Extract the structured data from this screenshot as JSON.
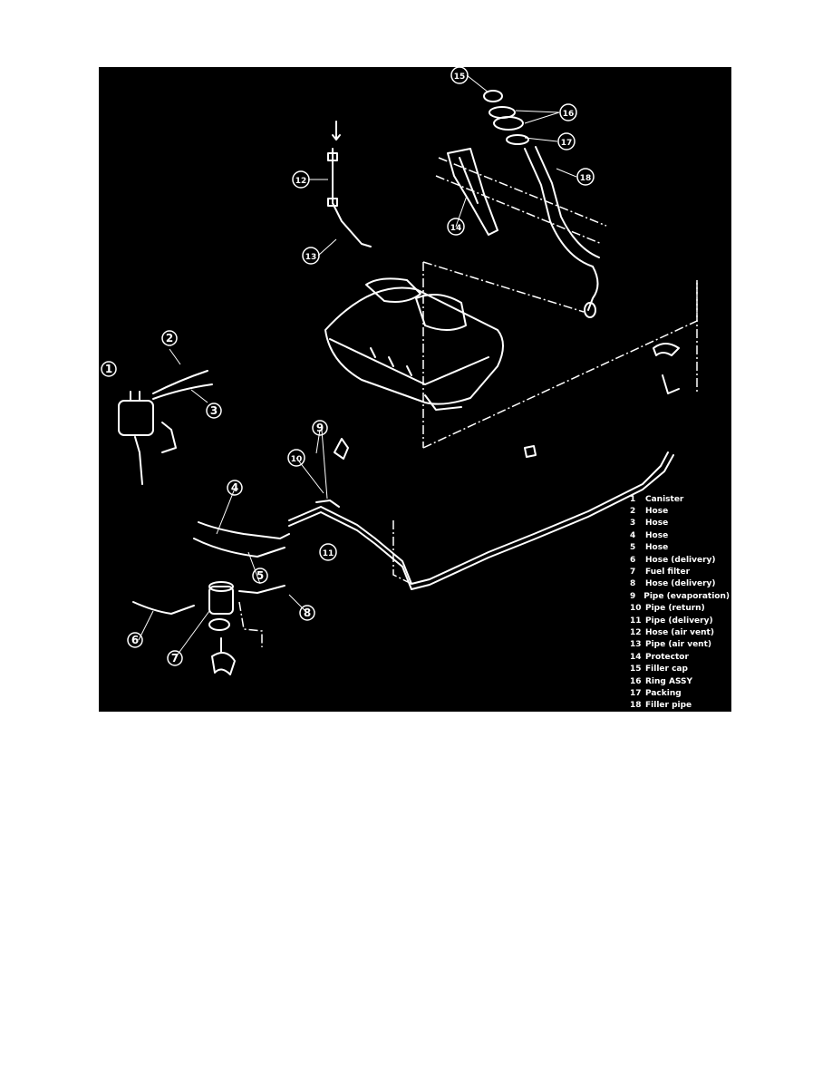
{
  "figure": {
    "legend": [
      {
        "num": "1",
        "label": "Canister"
      },
      {
        "num": "2",
        "label": "Hose"
      },
      {
        "num": "3",
        "label": "Hose"
      },
      {
        "num": "4",
        "label": "Hose"
      },
      {
        "num": "5",
        "label": "Hose"
      },
      {
        "num": "6",
        "label": "Hose (delivery)"
      },
      {
        "num": "7",
        "label": "Fuel filter"
      },
      {
        "num": "8",
        "label": "Hose (delivery)"
      },
      {
        "num": "9",
        "label": "Pipe (evaporation)"
      },
      {
        "num": "10",
        "label": "Pipe (return)"
      },
      {
        "num": "11",
        "label": "Pipe (delivery)"
      },
      {
        "num": "12",
        "label": "Hose (air vent)"
      },
      {
        "num": "13",
        "label": "Pipe (air vent)"
      },
      {
        "num": "14",
        "label": "Protector"
      },
      {
        "num": "15",
        "label": "Filler cap"
      },
      {
        "num": "16",
        "label": "Ring ASSY"
      },
      {
        "num": "17",
        "label": "Packing"
      },
      {
        "num": "18",
        "label": "Filler pipe"
      }
    ],
    "callouts": [
      "1",
      "2",
      "3",
      "4",
      "5",
      "6",
      "7",
      "8",
      "9",
      "10",
      "11",
      "12",
      "13",
      "14",
      "15",
      "16",
      "17",
      "18"
    ],
    "colors": {
      "background": "#000000",
      "ink": "#ffffff",
      "page": "#ffffff"
    }
  }
}
